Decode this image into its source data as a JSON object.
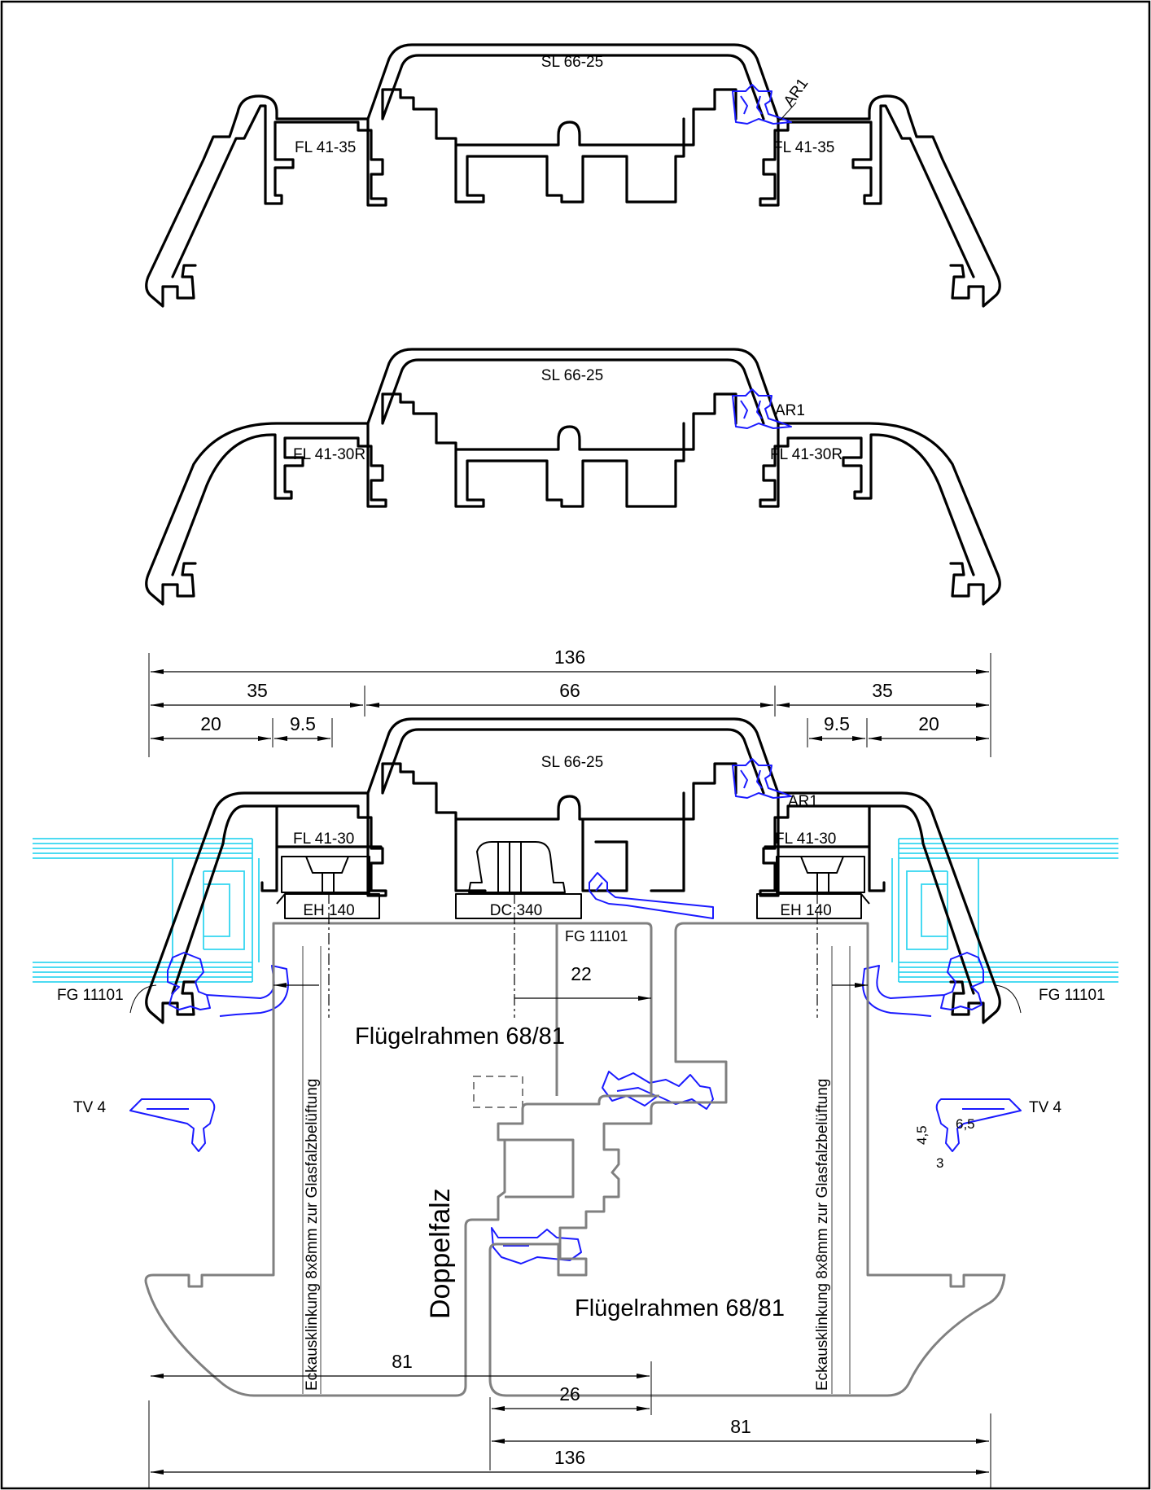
{
  "section1": {
    "slab_label": "SL 66-25",
    "left_frame_label": "FL 41-35",
    "right_frame_label": "FL 41-35",
    "seal_label": "AR1"
  },
  "section2": {
    "slab_label": "SL 66-25",
    "left_frame_label": "FL 41-30R",
    "right_frame_label": "FL 41-30R",
    "seal_label": "AR1"
  },
  "dimensions_top": {
    "overall": "136",
    "left_35": "35",
    "middle_66": "66",
    "right_35": "35",
    "left_20": "20",
    "left_9_5": "9.5",
    "right_9_5": "9.5",
    "right_20": "20"
  },
  "section3": {
    "slab_label": "SL 66-25",
    "seal_label": "AR1",
    "left_frame_label": "FL 41-30",
    "right_frame_label": "FL 41-30",
    "left_connector_label": "EH 140",
    "center_connector_label": "DC 340",
    "right_connector_label": "EH 140",
    "center_gasket_label": "FG 11101",
    "left_gasket_label": "FG 11101",
    "right_gasket_label": "FG 11101",
    "dim_22": "22",
    "sash_label_upper": "Flügelrahmen 68/81",
    "sash_label_lower": "Flügelrahmen 68/81",
    "rebate_label": "Doppelfalz",
    "vent_note_left": "Eckausklinkung 8x8mm zur Glasfalzbelüftung",
    "vent_note_right": "Eckausklinkung 8x8mm zur Glasfalzbelüftung",
    "left_glazing_label": "TV 4",
    "right_glazing_label": "TV 4",
    "small_dim_4_5": "4,5",
    "small_dim_6_5": "6,5",
    "small_dim_3": "3"
  },
  "dimensions_bottom": {
    "left_81": "81",
    "dim_26": "26",
    "right_81": "81",
    "overall": "136"
  }
}
